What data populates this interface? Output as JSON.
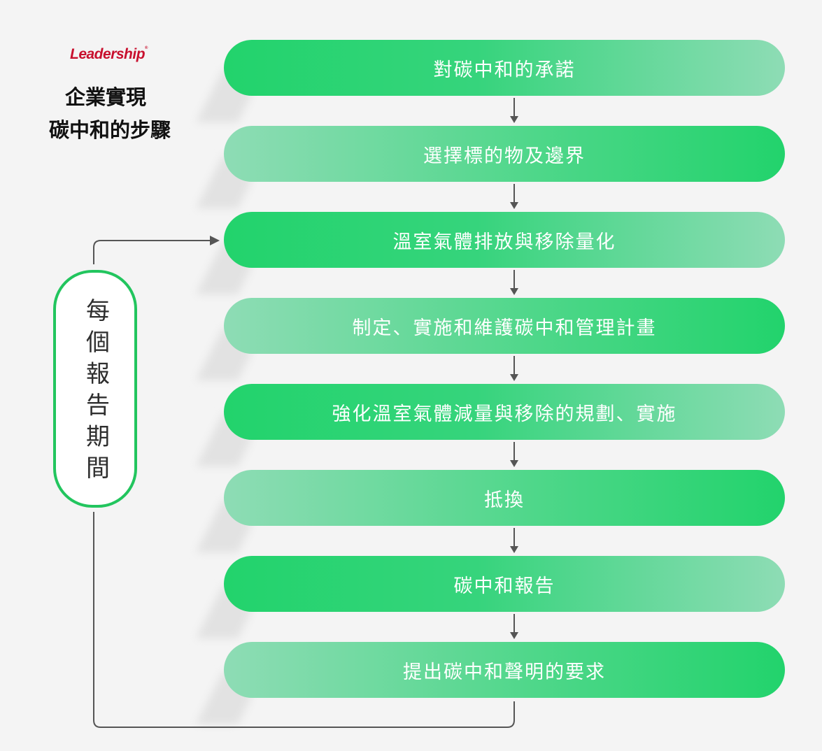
{
  "header": {
    "brand": "Leadership",
    "brand_mark": "®",
    "title_line1": "企業實現",
    "title_line2": "碳中和的步驟"
  },
  "steps": [
    "對碳中和的承諾",
    "選擇標的物及邊界",
    "溫室氣體排放與移除量化",
    "制定、實施和維護碳中和管理計畫",
    "強化溫室氣體減量與移除的規劃、實施",
    "抵換",
    "碳中和報告",
    "提出碳中和聲明的要求"
  ],
  "loop_label": [
    "每",
    "個",
    "報",
    "告",
    "期",
    "間"
  ],
  "colors": {
    "green_strong": "#22d36c",
    "green_light": "#8edcb5",
    "pill_border": "#22c55e",
    "connector": "#555555",
    "brand_red": "#c8102e"
  }
}
